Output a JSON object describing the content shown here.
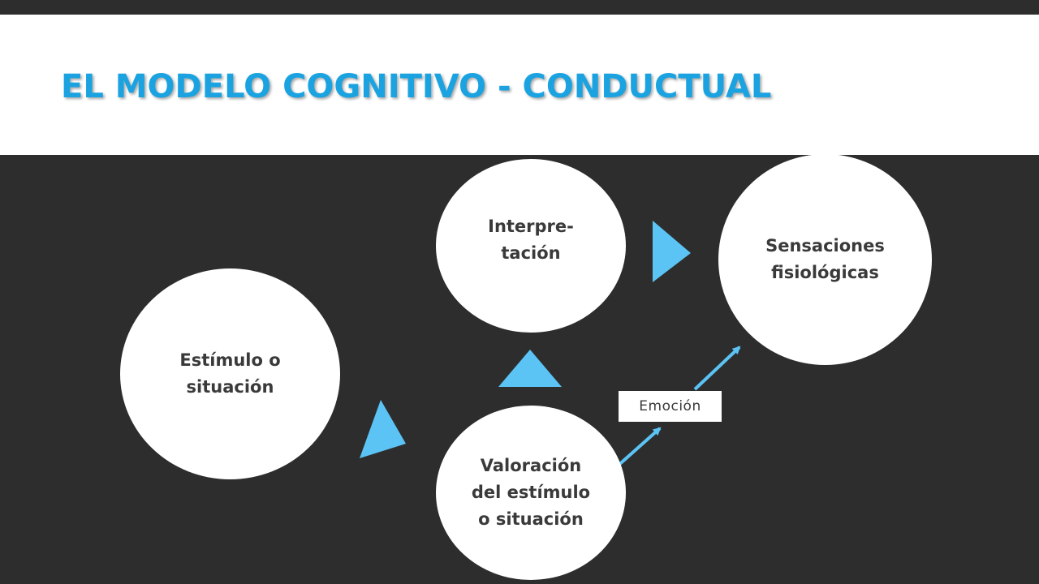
{
  "slide": {
    "title": "EL MODELO COGNITIVO - CONDUCTUAL"
  },
  "nodes": {
    "stimulus": "Estímulo o\nsituación",
    "appraisal": "Valoración\ndel estímulo\no situación",
    "interpretation": "Interpre-\ntación",
    "sensations": "Sensaciones\nfisiológicas"
  },
  "emotion_label": "Emoción",
  "colors": {
    "background": "#2d2d2d",
    "title": "#1aa3e0",
    "accent": "#5bc4f5",
    "node_fill": "#ffffff",
    "node_text": "#3a3a3a"
  }
}
